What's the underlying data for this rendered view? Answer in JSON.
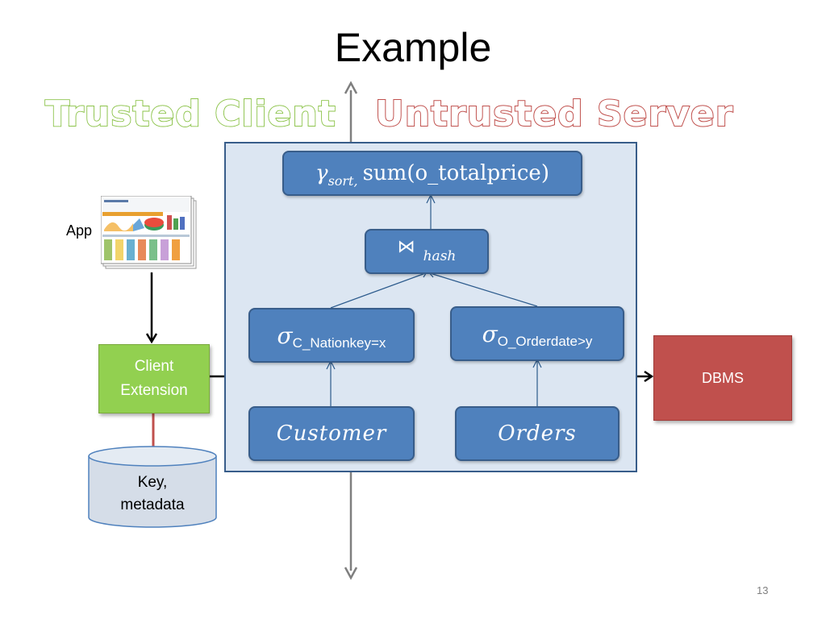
{
  "slide": {
    "title": "Example",
    "page_number": "13"
  },
  "headers": {
    "trusted": "Trusted Client",
    "untrusted": "Untrusted Server"
  },
  "client": {
    "app_label": "App",
    "extension_line1": "Client",
    "extension_line2": "Extension",
    "keystore_line1": "Key,",
    "keystore_line2": "metadata"
  },
  "server": {
    "dbms_label": "DBMS"
  },
  "plan": {
    "root_symbol": "γ",
    "root_sub": "sort,",
    "root_func": "sum(o_totalprice)",
    "join_symbol": "⋈",
    "join_sub": "hash",
    "sel_left_symbol": "σ",
    "sel_left_sub": "C_Nationkey=x",
    "sel_right_symbol": "σ",
    "sel_right_sub": "O_Orderdate>y",
    "table_left": "Customer",
    "table_right": "Orders"
  },
  "colors": {
    "trusted": "#8cc34a",
    "untrusted": "#c0504d",
    "node_fill": "#4f81bd",
    "panel_fill": "#dce6f2",
    "client_ext": "#92d050",
    "dbms": "#c0504d"
  }
}
